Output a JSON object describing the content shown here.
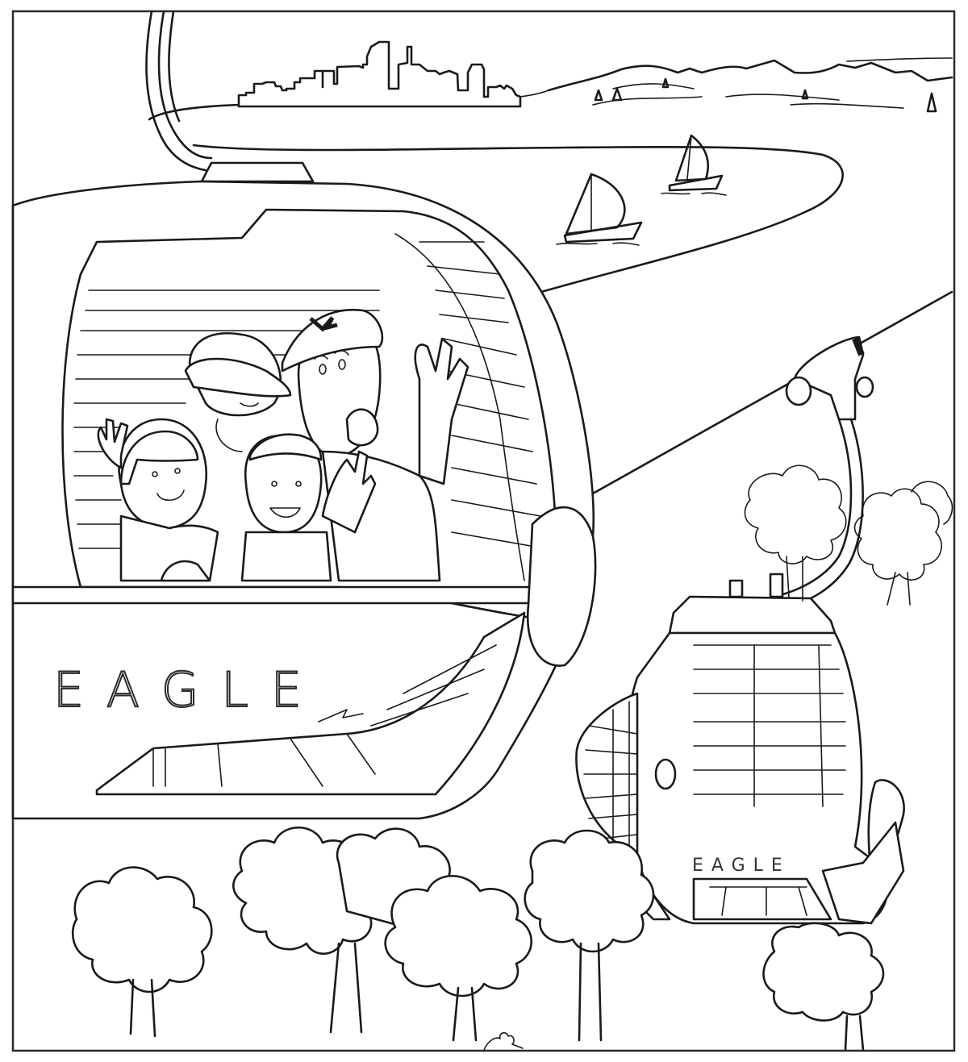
{
  "page": {
    "type": "coloring-page",
    "description": "Family waving from an EAGLE gondola cable car over trees, with a city skyline, lake with sailboats, and mountains in the background"
  },
  "gondola_main": {
    "label": "EAGLE",
    "passengers": [
      "girl waving",
      "woman in cap",
      "boy waving",
      "man in eagle cap waving"
    ]
  },
  "gondola_secondary": {
    "label": "EAGLE"
  },
  "background": {
    "skyline": "city skyline",
    "lake": "lake with two sailboats",
    "mountains": "mountain range with pine trees"
  },
  "colors": {
    "line": "#1a1a1a",
    "paper": "#ffffff"
  }
}
